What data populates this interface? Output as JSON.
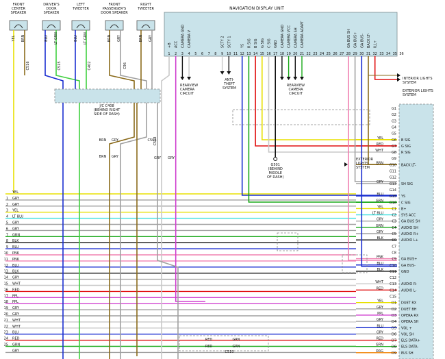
{
  "speakers": [
    {
      "label": [
        "FRONT",
        "CENTER",
        "SPEAKER"
      ],
      "pins": [
        "YEL",
        "BRN"
      ]
    },
    {
      "label": [
        "DRIVER'S",
        "DOOR",
        "SPEAKER"
      ],
      "pins": [
        "BLU",
        "LT GRN"
      ]
    },
    {
      "label": [
        "LEFT",
        "TWEETER"
      ],
      "pins": [
        "BLU",
        "LT GRN"
      ]
    },
    {
      "label": [
        "FRONT",
        "PASSENGER'S",
        "DOOR SPEAKER"
      ],
      "pins": [
        "BRN",
        "GRY"
      ]
    },
    {
      "label": [
        "RIGHT",
        "TWEETER"
      ],
      "pins": [
        "BRN",
        "GRY"
      ]
    }
  ],
  "connector_tags": [
    "C516",
    "C515",
    "C402",
    "C96",
    "C514"
  ],
  "junction": {
    "label": [
      "J/C C408",
      "(BEHIND RIGHT",
      "SIDE OF DASH)"
    ]
  },
  "nav_unit": {
    "title": "NAVIGATION DISPLAY UNIT",
    "pin_names": [
      "+B",
      "ACC",
      "CAMERA GND",
      "CAMERA V",
      "SCTY 2",
      "SCTY 1",
      "YS",
      "R SIG",
      "B SIG",
      "G SIG",
      "C SIG",
      "GND",
      "CAMERA GND",
      "CAMERA VCC",
      "CAMERA SH",
      "CAMERA ADAPT",
      "GA BUS SH",
      "GA BUS+",
      "GA BUS-",
      "BACK LT-",
      "ILL+"
    ],
    "pin_colors": [
      "WHT",
      "PPL",
      "BLK",
      "WHT",
      "WHT",
      "BLK",
      "BLU",
      "GRN",
      "RED",
      "YEL",
      "BLK",
      "GRN",
      "BLK",
      "GRN",
      "BLK",
      "GRN",
      "PNK",
      "GRY",
      "BLU",
      "BRN",
      "RED"
    ],
    "pin_numbers": [
      "1",
      "2",
      "3",
      "4",
      "5",
      "6",
      "7",
      "8",
      "9",
      "10",
      "11",
      "12",
      "13",
      "14",
      "15",
      "16",
      "17",
      "18",
      "19",
      "20",
      "21",
      "22",
      "23",
      "24",
      "25",
      "26",
      "27",
      "28",
      "29",
      "30",
      "31",
      "32",
      "33",
      "34",
      "35",
      "36"
    ]
  },
  "systems": {
    "rearview1": [
      "REARVIEW",
      "CAMERA",
      "CIRCUIT"
    ],
    "anti_theft": [
      "ANTI-",
      "THEFT",
      "SYSTEM"
    ],
    "rearview2": [
      "REARVIEW",
      "CAMERA",
      "CIRCUIT"
    ],
    "interior": [
      "INTERIOR LIGHTS",
      "SYSTEM"
    ],
    "exterior_right": [
      "EXTERIOR LIGHTS",
      "SYSTEM"
    ],
    "exterior_mid": [
      "EXTERIOR",
      "LIGHTS",
      "SYSTEM"
    ],
    "ground": [
      "G501",
      "(BEHIND",
      "MIDDLE",
      "OF DASH)"
    ]
  },
  "left_wires": [
    {
      "num": "",
      "color": "YEL"
    },
    {
      "num": "1",
      "color": "GRY"
    },
    {
      "num": "2",
      "color": "GRY"
    },
    {
      "num": "3",
      "color": "YEL"
    },
    {
      "num": "4",
      "color": "LT BLU"
    },
    {
      "num": "5",
      "color": "GRY"
    },
    {
      "num": "6",
      "color": "GRY"
    },
    {
      "num": "7",
      "color": "GRN"
    },
    {
      "num": "8",
      "color": "BLK"
    },
    {
      "num": "9",
      "color": "BLU"
    },
    {
      "num": "10",
      "color": "PNK"
    },
    {
      "num": "11",
      "color": "PNK"
    },
    {
      "num": "12",
      "color": "BLU"
    },
    {
      "num": "13",
      "color": "BLK"
    },
    {
      "num": "14",
      "color": "GRY"
    },
    {
      "num": "15",
      "color": "WHT"
    },
    {
      "num": "16",
      "color": "RED"
    },
    {
      "num": "17",
      "color": "PPL"
    },
    {
      "num": "18",
      "color": "PPL"
    },
    {
      "num": "19",
      "color": "GRY"
    },
    {
      "num": "20",
      "color": "GRY"
    },
    {
      "num": "21",
      "color": "WHT"
    },
    {
      "num": "22",
      "color": "WHT"
    },
    {
      "num": "23",
      "color": "BLU"
    },
    {
      "num": "24",
      "color": "RED"
    },
    {
      "num": "25",
      "color": "GRN"
    },
    {
      "num": "",
      "color": "GRY"
    }
  ],
  "right_connector": [
    {
      "pin": "G1",
      "color": "",
      "name": ""
    },
    {
      "pin": "G2",
      "color": "",
      "name": ""
    },
    {
      "pin": "G3",
      "color": "",
      "name": ""
    },
    {
      "pin": "G4",
      "color": "",
      "name": ""
    },
    {
      "pin": "G5",
      "color": "",
      "name": ""
    },
    {
      "pin": "G6",
      "color": "YEL",
      "name": "B SIG"
    },
    {
      "pin": "G7",
      "color": "RED",
      "name": "G SIG"
    },
    {
      "pin": "G8",
      "color": "WHT",
      "name": "R SIG"
    },
    {
      "pin": "G9",
      "color": "",
      "name": ""
    },
    {
      "pin": "G10",
      "color": "BRN",
      "name": "BACK LT-"
    },
    {
      "pin": "G11",
      "color": "",
      "name": ""
    },
    {
      "pin": "G12",
      "color": "",
      "name": ""
    },
    {
      "pin": "G13",
      "color": "GRY",
      "name": "SH SIG"
    },
    {
      "pin": "G14",
      "color": "",
      "name": ""
    },
    {
      "pin": "G15",
      "color": "BLU",
      "name": "YS"
    },
    {
      "pin": "G16",
      "color": "GRN",
      "name": "C SIG"
    },
    {
      "pin": "C1",
      "color": "YEL",
      "name": "B+"
    },
    {
      "pin": "C2",
      "color": "LT BLU",
      "name": "SYS ACC"
    },
    {
      "pin": "C3",
      "color": "GRY",
      "name": "GA BUS SH"
    },
    {
      "pin": "C4",
      "color": "GRN",
      "name": "AUDIO SH"
    },
    {
      "pin": "C5",
      "color": "GRY",
      "name": "AUDIO R+"
    },
    {
      "pin": "C6",
      "color": "BLK",
      "name": "AUDIO L+"
    },
    {
      "pin": "C7",
      "color": "",
      "name": ""
    },
    {
      "pin": "C8",
      "color": "",
      "name": ""
    },
    {
      "pin": "C9",
      "color": "PNK",
      "name": "GA BUS+"
    },
    {
      "pin": "C10",
      "color": "BLU",
      "name": "GA BUS-"
    },
    {
      "pin": "C11",
      "color": "BLK",
      "name": "GND"
    },
    {
      "pin": "C12",
      "color": "",
      "name": ""
    },
    {
      "pin": "C13",
      "color": "WHT",
      "name": "AUDIO R-"
    },
    {
      "pin": "C14",
      "color": "RED",
      "name": "AUDIO L-"
    },
    {
      "pin": "C15",
      "color": "",
      "name": ""
    },
    {
      "pin": "D1",
      "color": "YEL",
      "name": "DUET RX"
    },
    {
      "pin": "D2",
      "color": "GRY",
      "name": "DUET BH"
    },
    {
      "pin": "D3",
      "color": "PPL",
      "name": "OPERA RX"
    },
    {
      "pin": "D4",
      "color": "GRY",
      "name": "OPERA SH"
    },
    {
      "pin": "D5",
      "color": "BLU",
      "name": "VOL +"
    },
    {
      "pin": "D6",
      "color": "GRY",
      "name": "VOL SH"
    },
    {
      "pin": "D7",
      "color": "RED",
      "name": "ELS DATA+"
    },
    {
      "pin": "D8",
      "color": "GRN",
      "name": "ELS DATA-"
    },
    {
      "pin": "D9",
      "color": "ORG",
      "name": "ELS SH"
    }
  ],
  "mid_labels": [
    {
      "text": "BRN"
    },
    {
      "text": "GRY"
    },
    {
      "text": "BRN"
    },
    {
      "text": "GRY"
    },
    {
      "text": "GRY"
    },
    {
      "text": "GRY"
    },
    {
      "text": "C506"
    },
    {
      "text": "RED"
    },
    {
      "text": "RED"
    },
    {
      "text": "GRN"
    },
    {
      "text": "GRN"
    },
    {
      "text": "C510"
    }
  ],
  "colors": {
    "YEL": "#e8e000",
    "BRN": "#8a6a1a",
    "BLU": "#1a2ed0",
    "LT GRN": "#40d040",
    "GRY": "#a0a0a0",
    "WHT": "#c8c8c8",
    "PPL": "#d040d0",
    "BLK": "#111111",
    "GRN": "#18a818",
    "RED": "#e01010",
    "PNK": "#f080b0",
    "LT BLU": "#40e0e0",
    "ORG": "#f08000",
    "box": "#c9e3ea",
    "dash": "#888888"
  }
}
